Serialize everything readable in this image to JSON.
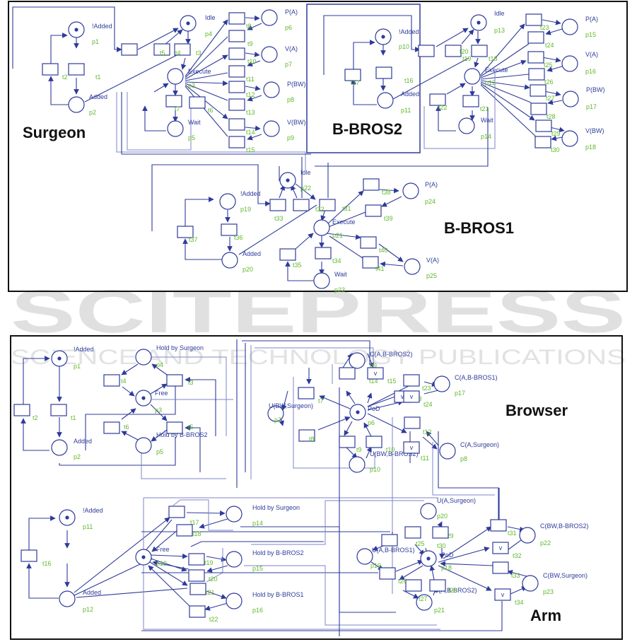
{
  "watermark": {
    "main": "SCITEPRESS",
    "sub": "SCIENCE AND TECHNOLOGY PUBLICATIONS"
  },
  "colors": {
    "arc": "#2f3b9a",
    "id_label": "#5fb82a",
    "frame": "#111111"
  },
  "figures": [
    {
      "name": "top-figure",
      "titles": [
        {
          "id": "surgeon",
          "text": "Surgeon"
        },
        {
          "id": "bbros2",
          "text": "B-BROS2"
        },
        {
          "id": "bbros1",
          "text": "B-BROS1"
        }
      ],
      "places": [
        {
          "id": "p1",
          "name": "!Added",
          "tokens": 1
        },
        {
          "id": "p2",
          "name": "Added",
          "tokens": 0
        },
        {
          "id": "p3",
          "name": "Execute",
          "tokens": 0
        },
        {
          "id": "p4",
          "name": "Idle",
          "tokens": 1
        },
        {
          "id": "p5",
          "name": "Wait",
          "tokens": 0
        },
        {
          "id": "p6",
          "name": "P(A)",
          "tokens": 0
        },
        {
          "id": "p7",
          "name": "V(A)",
          "tokens": 0
        },
        {
          "id": "p8",
          "name": "P(BW)",
          "tokens": 0
        },
        {
          "id": "p9",
          "name": "V(BW)",
          "tokens": 0
        },
        {
          "id": "p10",
          "name": "!Added",
          "tokens": 1
        },
        {
          "id": "p11",
          "name": "Added",
          "tokens": 0
        },
        {
          "id": "p12",
          "name": "Execute",
          "tokens": 0
        },
        {
          "id": "p13",
          "name": "Idle",
          "tokens": 1
        },
        {
          "id": "p14",
          "name": "Wait",
          "tokens": 0
        },
        {
          "id": "p15",
          "name": "P(A)",
          "tokens": 0
        },
        {
          "id": "p16",
          "name": "V(A)",
          "tokens": 0
        },
        {
          "id": "p17",
          "name": "P(BW)",
          "tokens": 0
        },
        {
          "id": "p18",
          "name": "V(BW)",
          "tokens": 0
        },
        {
          "id": "p19",
          "name": "!Added",
          "tokens": 0
        },
        {
          "id": "p20",
          "name": "Added",
          "tokens": 0
        },
        {
          "id": "p21",
          "name": "Execute",
          "tokens": 0
        },
        {
          "id": "p22",
          "name": "Idle",
          "tokens": 1
        },
        {
          "id": "p23",
          "name": "Wait",
          "tokens": 0
        },
        {
          "id": "p24",
          "name": "P(A)",
          "tokens": 0
        },
        {
          "id": "p25",
          "name": "V(A)",
          "tokens": 0
        }
      ],
      "transitions": [
        "t1",
        "t2",
        "t3",
        "t4",
        "t5",
        "t6",
        "t7",
        "t8",
        "t9",
        "t10",
        "t11",
        "t12",
        "t13",
        "t14",
        "t15",
        "t16",
        "t17",
        "t18",
        "t19",
        "t20",
        "t21",
        "t22",
        "t23",
        "t24",
        "t25",
        "t26",
        "t27",
        "t28",
        "t29",
        "t30",
        "t31",
        "t32",
        "t33",
        "t34",
        "t35",
        "t36",
        "t37",
        "t38",
        "t39",
        "t40",
        "t41"
      ]
    },
    {
      "name": "bottom-figure",
      "titles": [
        {
          "id": "browser",
          "text": "Browser"
        },
        {
          "id": "arm",
          "text": "Arm"
        }
      ],
      "places": [
        {
          "id": "p1",
          "name": "!Added",
          "tokens": 1
        },
        {
          "id": "p2",
          "name": "Added",
          "tokens": 0
        },
        {
          "id": "p3",
          "name": "Free",
          "tokens": 1
        },
        {
          "id": "p4",
          "name": "Hold by Surgeon",
          "tokens": 0
        },
        {
          "id": "p5",
          "name": "Hold by B-BROS2",
          "tokens": 0
        },
        {
          "id": "p6",
          "name": "PoD",
          "tokens": 1
        },
        {
          "id": "p7",
          "name": "U(BW,Surgeon)",
          "tokens": 0
        },
        {
          "id": "p8",
          "name": "C(A,Surgeon)",
          "tokens": 0
        },
        {
          "id": "p9",
          "name": "C(A,B-BROS2)",
          "tokens": 0
        },
        {
          "id": "p10",
          "name": "U(BW,B-BROS2)",
          "tokens": 0
        },
        {
          "id": "p11",
          "name": "!Added",
          "tokens": 1
        },
        {
          "id": "p12",
          "name": "Added",
          "tokens": 0
        },
        {
          "id": "p13",
          "name": "Free",
          "tokens": 1
        },
        {
          "id": "p14",
          "name": "Hold by Surgeon",
          "tokens": 0
        },
        {
          "id": "p15",
          "name": "Hold by B-BROS2",
          "tokens": 0
        },
        {
          "id": "p16",
          "name": "Hold by B-BROS1",
          "tokens": 0
        },
        {
          "id": "p17",
          "name": "C(A,B-BROS1)",
          "tokens": 0
        },
        {
          "id": "p18",
          "name": "PoD",
          "tokens": 1
        },
        {
          "id": "p19",
          "name": "U(A,B-BROS1)",
          "tokens": 0
        },
        {
          "id": "p20",
          "name": "U(A,Surgeon)",
          "tokens": 0
        },
        {
          "id": "p21",
          "name": "U(A,B-BROS2)",
          "tokens": 0
        },
        {
          "id": "p22",
          "name": "C(BW,B-BROS2)",
          "tokens": 0
        },
        {
          "id": "p23",
          "name": "C(BW,Surgeon)",
          "tokens": 0
        }
      ],
      "transitions": [
        "t1",
        "t2",
        "t3",
        "t4",
        "t5",
        "t6",
        "t7",
        "t8",
        "t9",
        "t10",
        "t11",
        "t12",
        "t13",
        "t14",
        "t15",
        "t16",
        "t17",
        "t18",
        "t19",
        "t20",
        "t21",
        "t22",
        "t23",
        "t24",
        "t25",
        "t26",
        "t27",
        "t28",
        "t29",
        "t30",
        "t31",
        "t32",
        "t33",
        "t34"
      ],
      "or_label": "v"
    }
  ]
}
